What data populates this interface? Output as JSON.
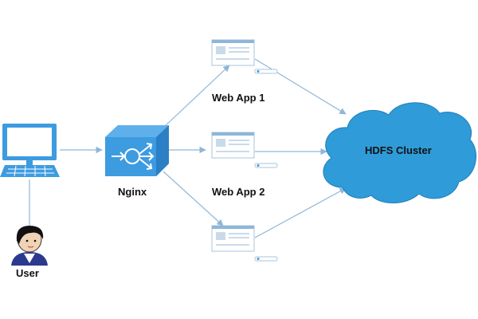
{
  "nodes": {
    "user": {
      "label": "User",
      "icon": "user-avatar-icon"
    },
    "workstation": {
      "icon": "desktop-computer-icon"
    },
    "nginx": {
      "label": "Nginx",
      "icon": "load-balancer-icon"
    },
    "web_app_1": {
      "label": "Web App 1",
      "icon": "web-page-icon"
    },
    "web_app_2": {
      "label": "Web App 2",
      "icon": "web-page-icon"
    },
    "web_app_3": {
      "icon": "web-page-icon"
    },
    "hdfs": {
      "label": "HDFS Cluster",
      "icon": "cloud-icon"
    }
  },
  "colors": {
    "device_blue": "#3d9be0",
    "device_dark": "#2b7fc4",
    "cloud_blue": "#2f9bd8",
    "connector": "#8fb6d8",
    "page_outline": "#a9c4dc"
  }
}
